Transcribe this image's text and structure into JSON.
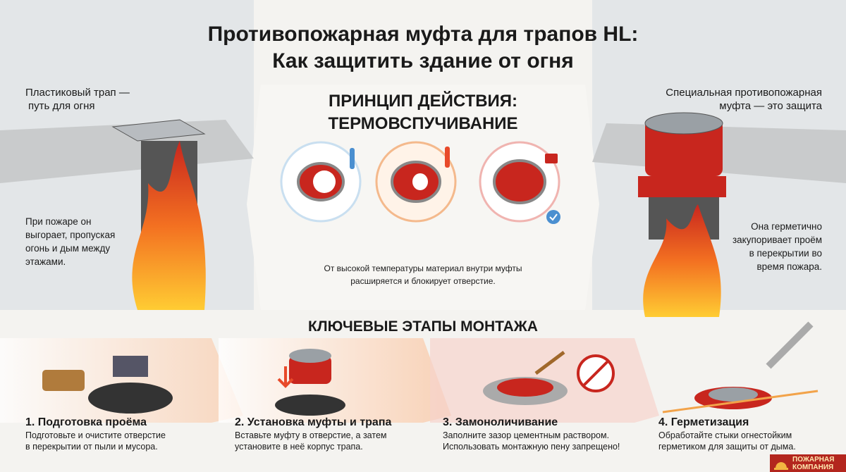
{
  "title": {
    "line1": "Противопожарная муфта для трапов HL:",
    "line2": "Как защитить здание от огня"
  },
  "left": {
    "heading_line1": "Пластиковый трап —",
    "heading_line2": "путь для огня",
    "body": [
      "При пожаре он",
      "выгорает, пропуская",
      "огонь и дым между",
      "этажами."
    ]
  },
  "right": {
    "heading_line1": "Специальная противопожарная",
    "heading_line2": "муфта — это защита",
    "body": [
      "Она герметично",
      "закупоривает проём",
      "в перекрытии во",
      "время пожара."
    ]
  },
  "principle": {
    "heading_line1": "ПРИНЦИП ДЕЙСТВИЯ:",
    "heading_line2": "ТЕРМОВСПУЧИВАНИЕ",
    "caption_line1": "От высокой температуры материал внутри муфты",
    "caption_line2": "расширяется и блокирует отверстие."
  },
  "steps_heading": "КЛЮЧЕВЫЕ ЭТАПЫ МОНТАЖА",
  "steps": [
    {
      "title": "1. Подготовка проёма",
      "desc1": "Подготовьте и очистите отверстие",
      "desc2": "в перекрытии от пыли и мусора."
    },
    {
      "title": "2. Установка муфты и трапа",
      "desc1": "Вставьте муфту в отверстие, а затем",
      "desc2": "установите в неё корпус трапа."
    },
    {
      "title": "3. Замоноличивание",
      "desc1": "Заполните зазор цементным раствором.",
      "desc2": "Использовать монтажную пену запрещено!"
    },
    {
      "title": "4. Герметизация",
      "desc1": "Обработайте стыки огнестойким",
      "desc2": "герметиком для защиты от дыма."
    }
  ],
  "logo": {
    "line1": "ПОЖАРНАЯ",
    "line2": "КОМПАНИЯ"
  },
  "colors": {
    "red": "#c8261e",
    "flame": "#f37021",
    "accent": "#b3261e"
  }
}
